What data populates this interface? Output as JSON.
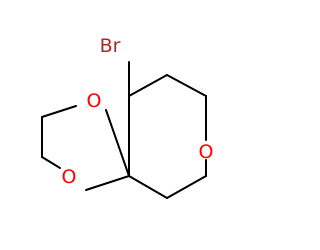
{
  "atoms": {
    "bromine": "Br",
    "oxygen_ring_upper": "O",
    "oxygen_ring_lower": "O",
    "oxygen_pyran": "O"
  },
  "colors": {
    "bond": "#000000",
    "bromine": "#a52a2a",
    "oxygen": "#ff0000",
    "background": "#ffffff"
  }
}
